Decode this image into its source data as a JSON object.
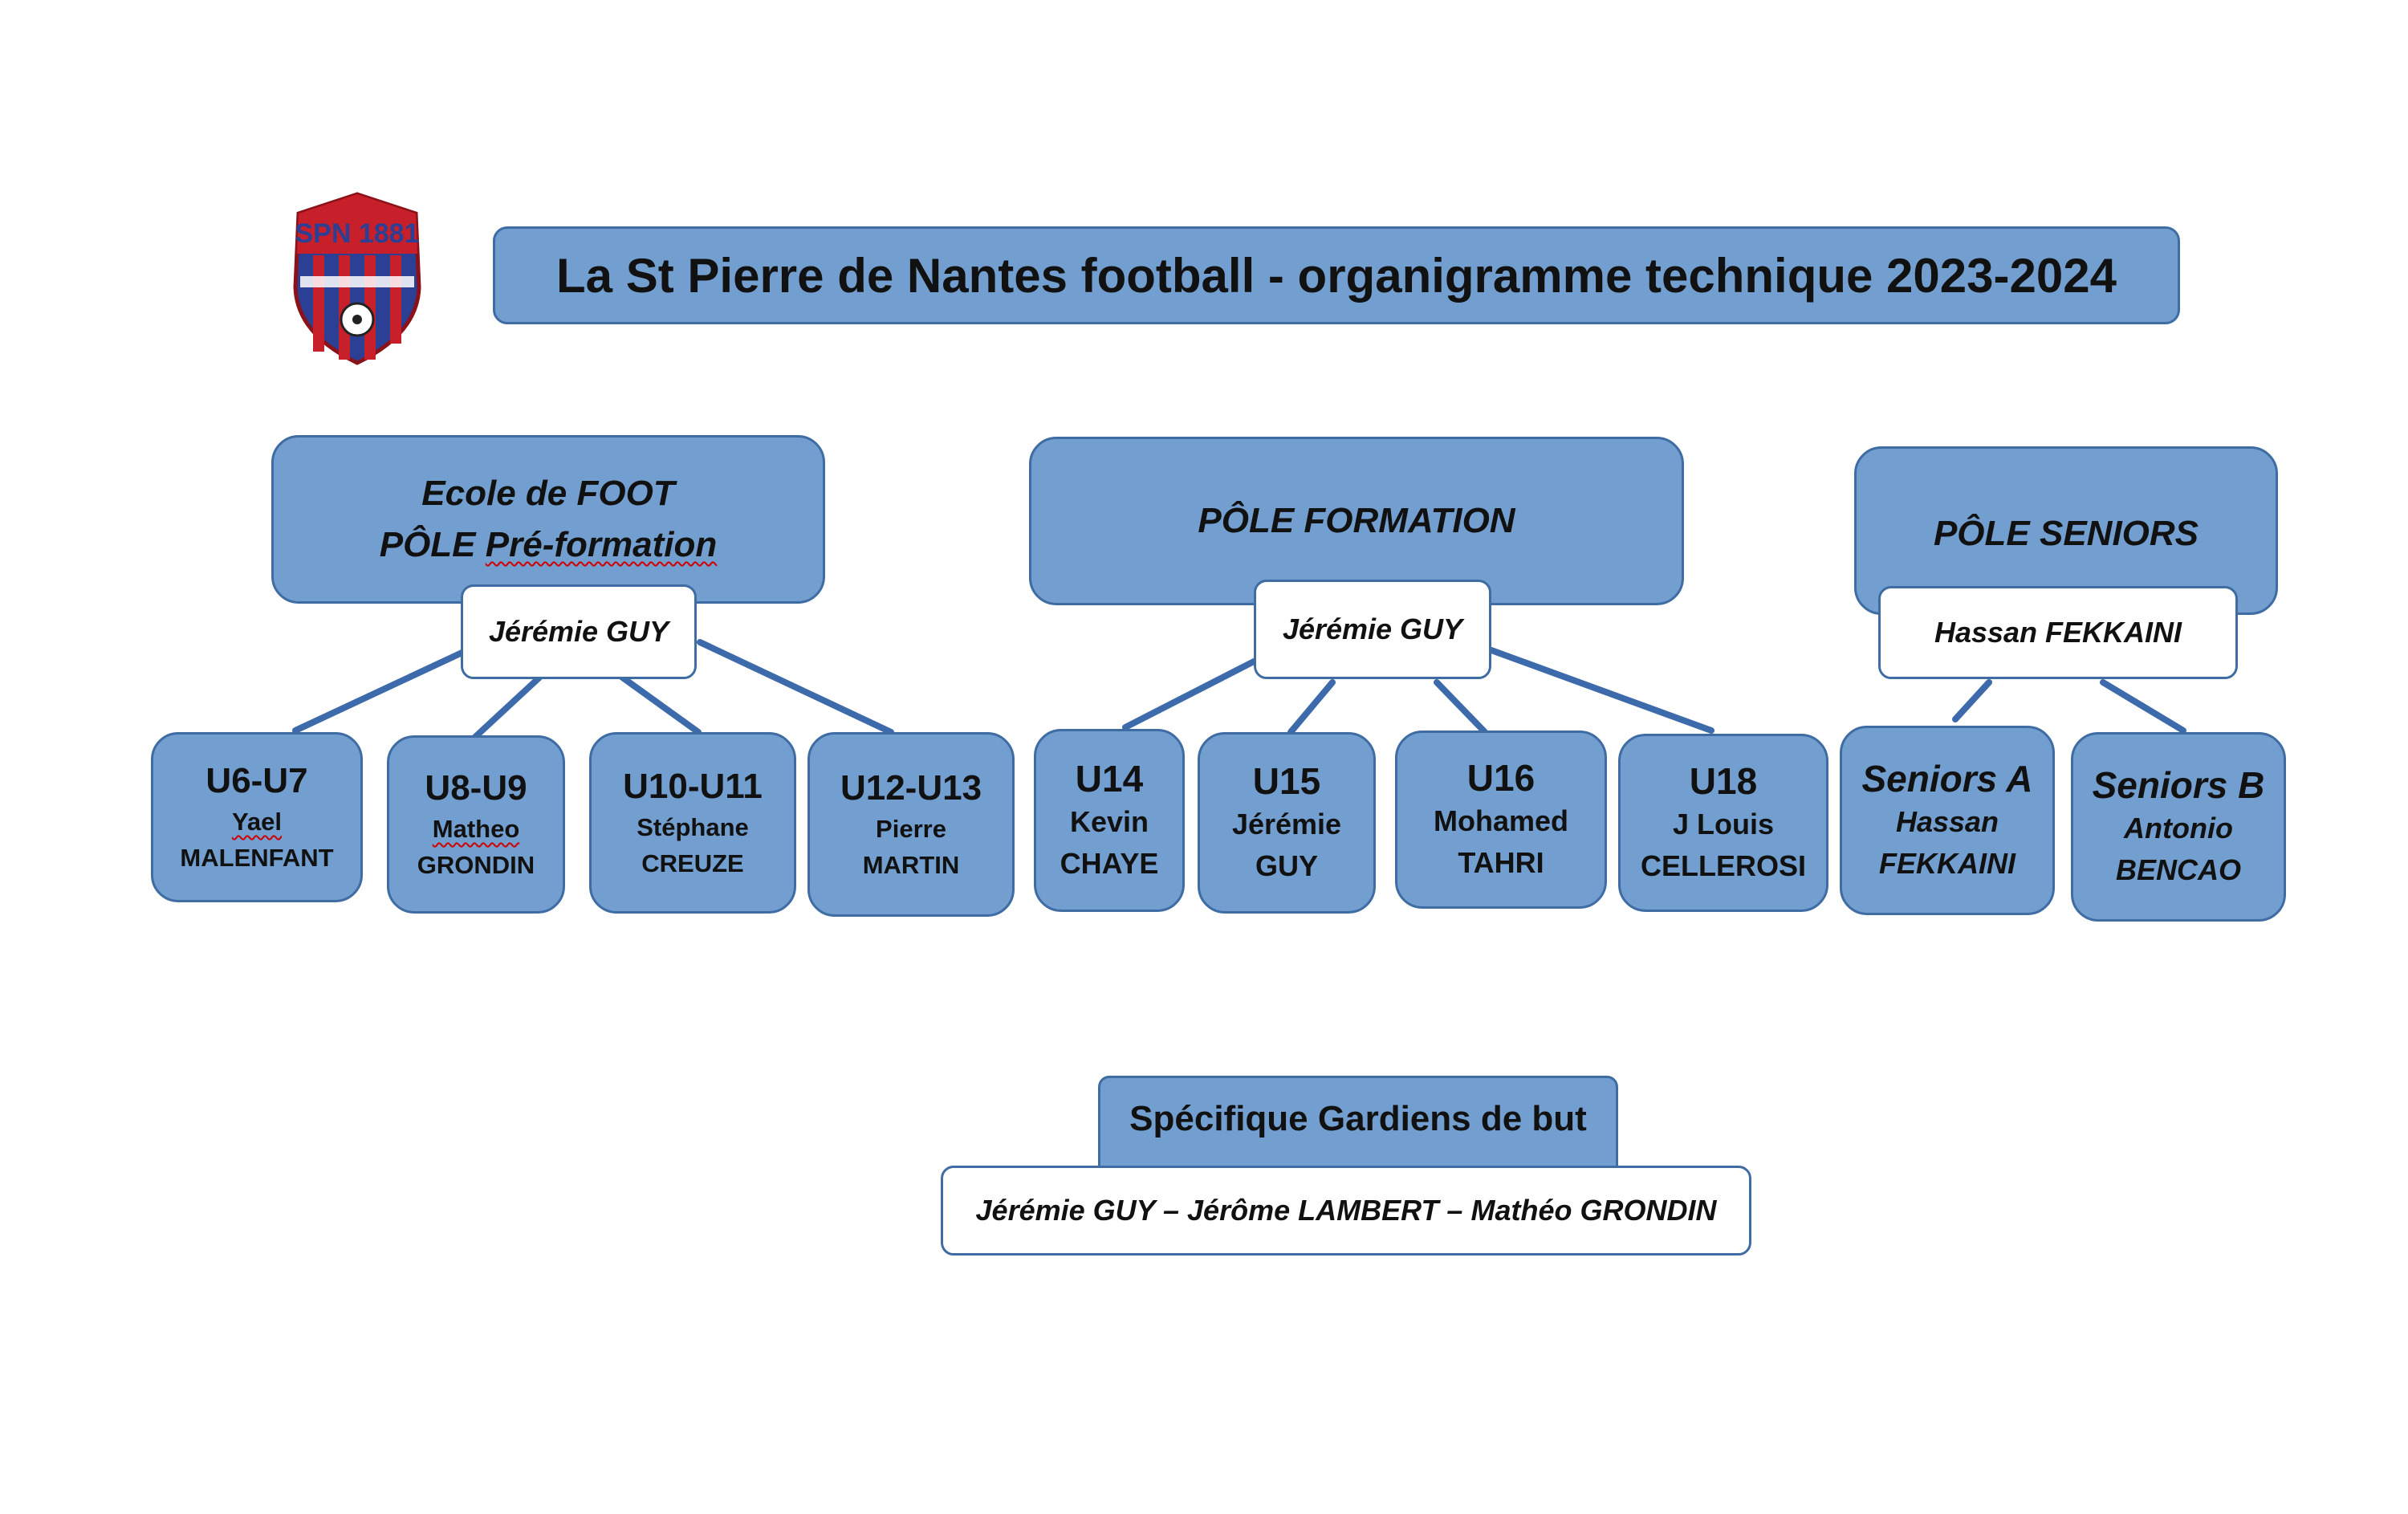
{
  "header": {
    "title": "La St Pierre de Nantes football - organigramme technique 2023-2024",
    "logo_text": "SPN 1881"
  },
  "poles": [
    {
      "name_line1": "Ecole de FOOT",
      "name_line2_prefix": "PÔLE ",
      "name_line2_marked": "Pré-formation",
      "lead": "Jérémie GUY",
      "teams": [
        {
          "category": "U6-U7",
          "coach_first": "Yael",
          "coach_last": "MALENFANT"
        },
        {
          "category": "U8-U9",
          "coach_first": "Matheo",
          "coach_last": "GRONDIN"
        },
        {
          "category": "U10-U11",
          "coach_first": "Stéphane",
          "coach_last": "CREUZE"
        },
        {
          "category": "U12-U13",
          "coach_first": "Pierre",
          "coach_last": "MARTIN"
        }
      ]
    },
    {
      "name": "PÔLE FORMATION",
      "lead": "Jérémie GUY",
      "teams": [
        {
          "category": "U14",
          "coach_first": "Kevin",
          "coach_last": "CHAYE"
        },
        {
          "category": "U15",
          "coach_first": "Jérémie",
          "coach_last": "GUY"
        },
        {
          "category": "U16",
          "coach_first": "Mohamed",
          "coach_last": "TAHRI"
        },
        {
          "category": "U18",
          "coach_first": "J Louis",
          "coach_last": "CELLEROSI"
        }
      ]
    },
    {
      "name": "PÔLE SENIORS",
      "lead": "Hassan FEKKAINI",
      "teams": [
        {
          "category": "Seniors A",
          "coach_first": "Hassan",
          "coach_last": "FEKKAINI"
        },
        {
          "category": "Seniors B",
          "coach_first": "Antonio",
          "coach_last": "BENCAO"
        }
      ]
    }
  ],
  "goalkeepers": {
    "title": "Spécifique Gardiens de but",
    "coaches": "Jérémie GUY – Jérôme LAMBERT – Mathéo GRONDIN"
  },
  "colors": {
    "box_fill": "#729fcf",
    "box_border": "#3e6ca3",
    "connector": "#3d6aab",
    "logo_red": "#c8202a",
    "logo_blue": "#2b3f95"
  }
}
